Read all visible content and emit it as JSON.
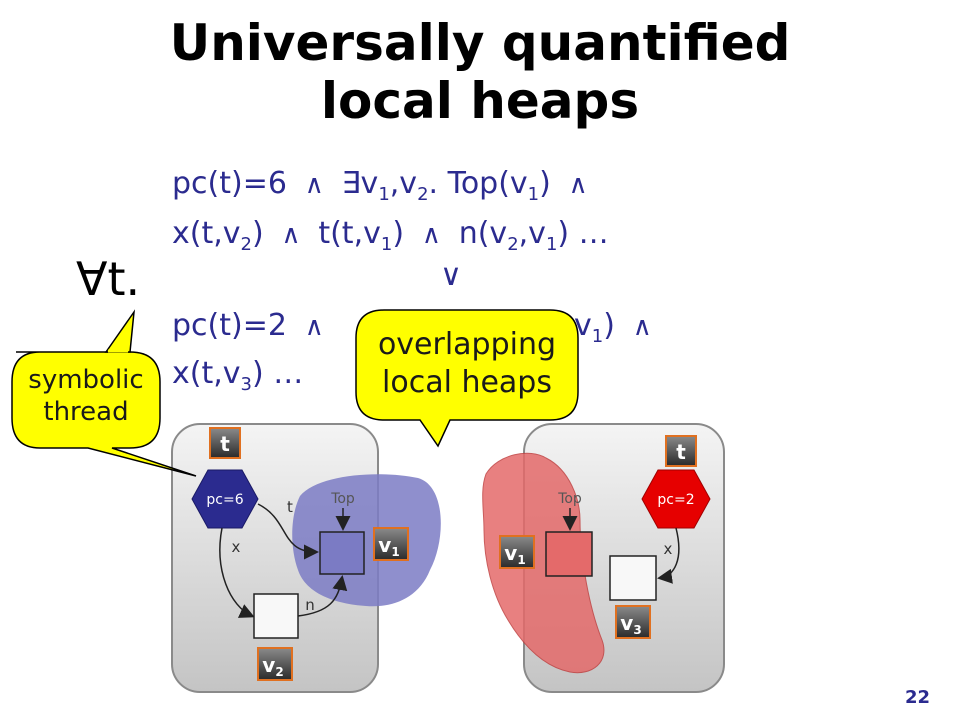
{
  "slide": {
    "title_line1": "Universally quantified",
    "title_line2": "local heaps",
    "page_number": "22"
  },
  "formula": {
    "quantifier": "∀t.",
    "line1": {
      "a": "pc(t)=6",
      "b": "∃v",
      "b2": ",v",
      "b3": ". Top(v",
      "b4": ")"
    },
    "line2": {
      "a": "x(t,v",
      "a2": ")",
      "b": "t(t,v",
      "b2": ")",
      "c": "n(v",
      "c2": ",v",
      "c3": ") …"
    },
    "line3": {
      "a": "pc(t)=2",
      "b": "v",
      "b2": ")"
    },
    "line4": {
      "a": "x(t,v",
      "a2": ") …"
    },
    "sub1": "1",
    "sub2": "2",
    "sub3": "3"
  },
  "callouts": {
    "symbolic_thread_line1": "symbolic",
    "symbolic_thread_line2": "thread",
    "overlapping_line1": "overlapping",
    "overlapping_line2": "local heaps"
  },
  "heap_left": {
    "thread_label": "t",
    "pc_label": "pc=6",
    "top_label": "Top",
    "edge_t": "t",
    "edge_x": "x",
    "edge_n": "n",
    "node_v1": "v",
    "node_v2": "v",
    "sub_v1": "1",
    "sub_v2": "2"
  },
  "heap_right": {
    "thread_label": "t",
    "pc_label": "pc=2",
    "top_label": "Top",
    "edge_x": "x",
    "node_v1": "v",
    "node_v3": "v",
    "sub_v1": "1",
    "sub_v3": "3"
  },
  "colors": {
    "formula_text": "#2b2b8f",
    "left_heap_blob": "#7b7bc4",
    "right_heap_blob": "#e46a6a",
    "thread_left": "#2b2b8f",
    "thread_right": "#e60000",
    "callout_fill": "#ffff00",
    "node_tag_border": "#e07020"
  }
}
